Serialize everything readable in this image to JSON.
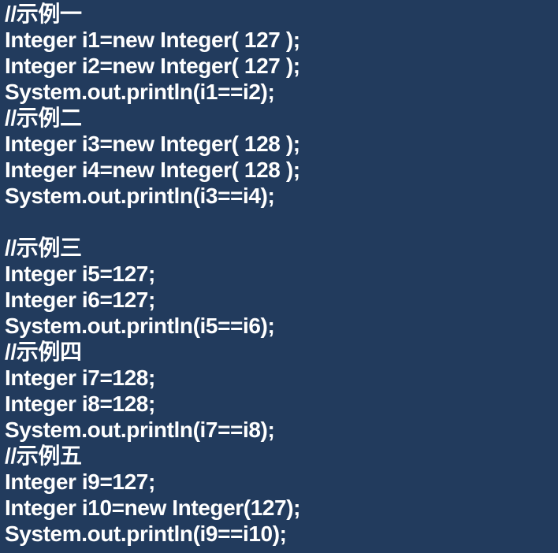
{
  "code": {
    "lines": [
      "//示例一",
      "Integer i1=new Integer( 127 );",
      "Integer i2=new Integer( 127 );",
      "System.out.println(i1==i2);",
      "//示例二",
      "Integer i3=new Integer( 128 );",
      "Integer i4=new Integer( 128 );",
      "System.out.println(i3==i4);",
      "",
      "//示例三",
      "Integer i5=127;",
      "Integer i6=127;",
      "System.out.println(i5==i6);",
      "//示例四",
      "Integer i7=128;",
      "Integer i8=128;",
      "System.out.println(i7==i8);",
      "//示例五",
      "Integer i9=127;",
      "Integer i10=new Integer(127);",
      "System.out.println(i9==i10);"
    ]
  },
  "colors": {
    "background": "#223b5d",
    "text": "#ffffff"
  }
}
